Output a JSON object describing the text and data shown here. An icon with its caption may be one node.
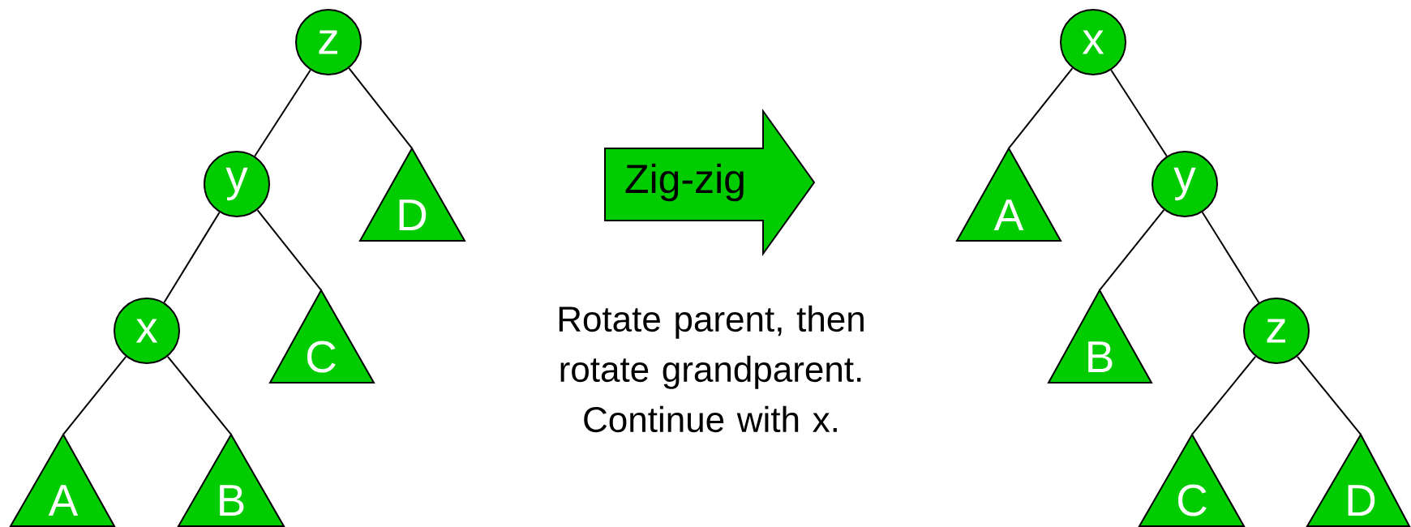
{
  "diagram": {
    "nodes": [
      {
        "text": [
          "z"
        ]
      },
      {
        "text": [
          "y"
        ]
      },
      {
        "text": [
          "D"
        ]
      },
      {
        "text": [
          "x"
        ]
      },
      {
        "text": [
          "C"
        ]
      },
      {
        "text": [
          "A"
        ]
      },
      {
        "text": [
          "B"
        ]
      },
      {
        "text": [
          "Zig-zig"
        ]
      },
      {
        "text": [
          "x"
        ]
      },
      {
        "text": [
          "A"
        ]
      },
      {
        "text": [
          "y"
        ]
      },
      {
        "text": [
          "B"
        ]
      },
      {
        "text": [
          "z"
        ]
      },
      {
        "text": [
          "C"
        ]
      },
      {
        "text": [
          "D"
        ]
      }
    ],
    "edges": [
      {
        "from": 0,
        "to": 1,
        "arrow": "none"
      },
      {
        "from": 0,
        "to": 2,
        "arrow": "none"
      },
      {
        "from": 1,
        "to": 3,
        "arrow": "none"
      },
      {
        "from": 1,
        "to": 4,
        "arrow": "none"
      },
      {
        "from": 3,
        "to": 5,
        "arrow": "none"
      },
      {
        "from": 3,
        "to": 6,
        "arrow": "none"
      },
      {
        "from": 8,
        "to": 9,
        "arrow": "none"
      },
      {
        "from": 8,
        "to": 10,
        "arrow": "none"
      },
      {
        "from": 10,
        "to": 11,
        "arrow": "none"
      },
      {
        "from": 10,
        "to": 12,
        "arrow": "none"
      },
      {
        "from": 12,
        "to": 13,
        "arrow": "none"
      },
      {
        "from": 12,
        "to": 14,
        "arrow": "none"
      }
    ],
    "labels": [
      "Rotate parent, then rotate grandparent. Continue with x."
    ]
  }
}
